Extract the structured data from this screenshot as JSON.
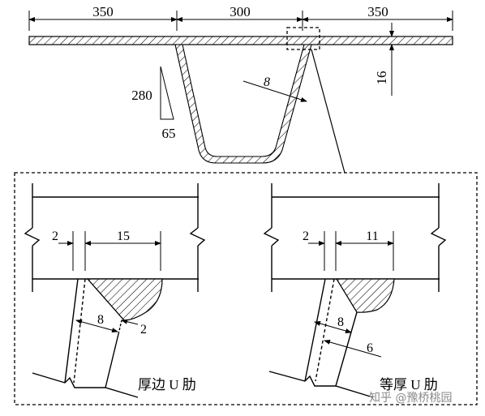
{
  "top_view": {
    "dim_left": "350",
    "dim_mid": "300",
    "dim_right": "350",
    "plate_thickness": "16",
    "rib_thickness": "8",
    "slope_rise": "280",
    "slope_run": "65"
  },
  "detail_left": {
    "dim_a": "2",
    "dim_b": "15",
    "dim_t": "8",
    "dim_c": "2",
    "caption": "厚边 U 肋"
  },
  "detail_right": {
    "dim_a": "2",
    "dim_b": "11",
    "dim_t": "8",
    "dim_c": "6",
    "caption": "等厚 U 肋"
  },
  "watermark": "知乎 @豫桥桃园"
}
